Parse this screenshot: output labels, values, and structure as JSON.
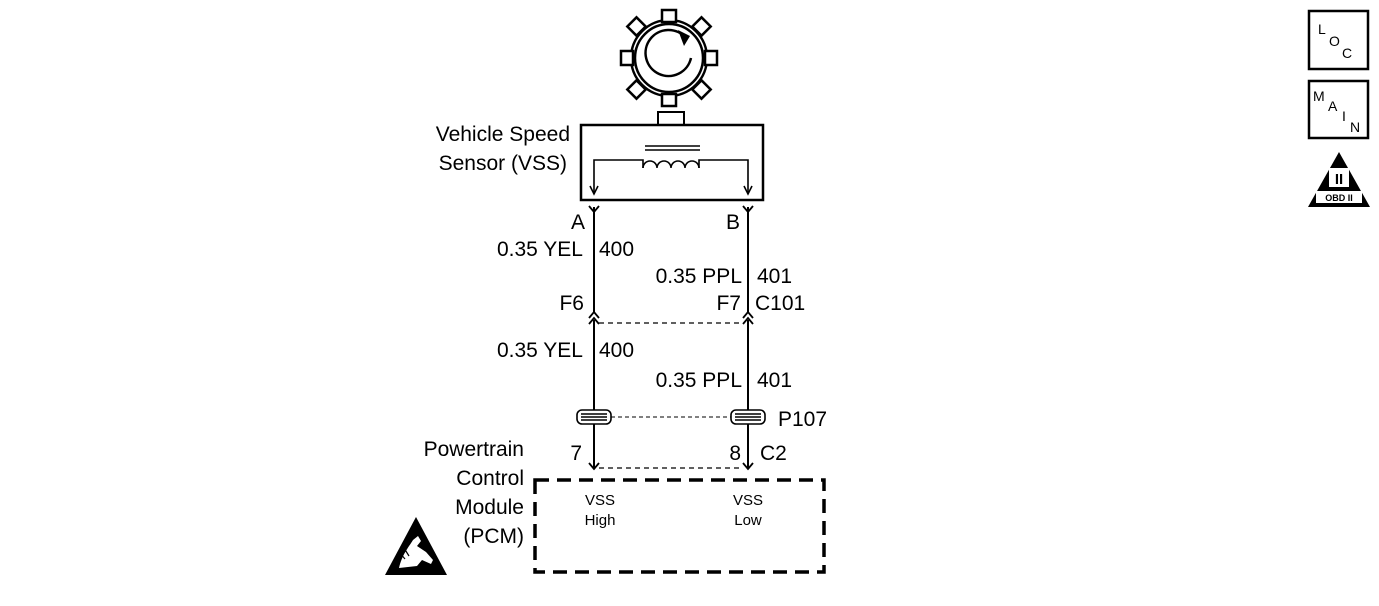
{
  "sensor": {
    "name_line1": "Vehicle Speed",
    "name_line2": "Sensor (VSS)",
    "term_a": "A",
    "term_b": "B"
  },
  "circuits": {
    "a_upper_wire": "0.35 YEL",
    "a_upper_num": "400",
    "b_upper_wire": "0.35 PPL",
    "b_upper_num": "401",
    "a_lower_wire": "0.35 YEL",
    "a_lower_num": "400",
    "b_lower_wire": "0.35 PPL",
    "b_lower_num": "401"
  },
  "connectors": {
    "c101_pin_a": "F6",
    "c101_pin_b": "F7",
    "c101_name": "C101",
    "splice_name": "P107",
    "pcm_pin_a": "7",
    "pcm_pin_b": "8",
    "pcm_conn": "C2"
  },
  "pcm": {
    "name_line1": "Powertrain",
    "name_line2": "Control",
    "name_line3": "Module",
    "name_line4": "(PCM)",
    "input_high_l1": "VSS",
    "input_high_l2": "High",
    "input_low_l1": "VSS",
    "input_low_l2": "Low"
  },
  "nav": {
    "loc_l": "L",
    "loc_o": "O",
    "loc_c": "C",
    "main_m": "M",
    "main_a": "A",
    "main_i": "I",
    "main_n": "N",
    "obd_top": "II",
    "obd_bottom": "OBD II"
  },
  "icons": {
    "reluctor": "toothed-wheel-rotation-icon",
    "esd": "esd-warning-icon",
    "obd": "obd-ii-icon"
  }
}
